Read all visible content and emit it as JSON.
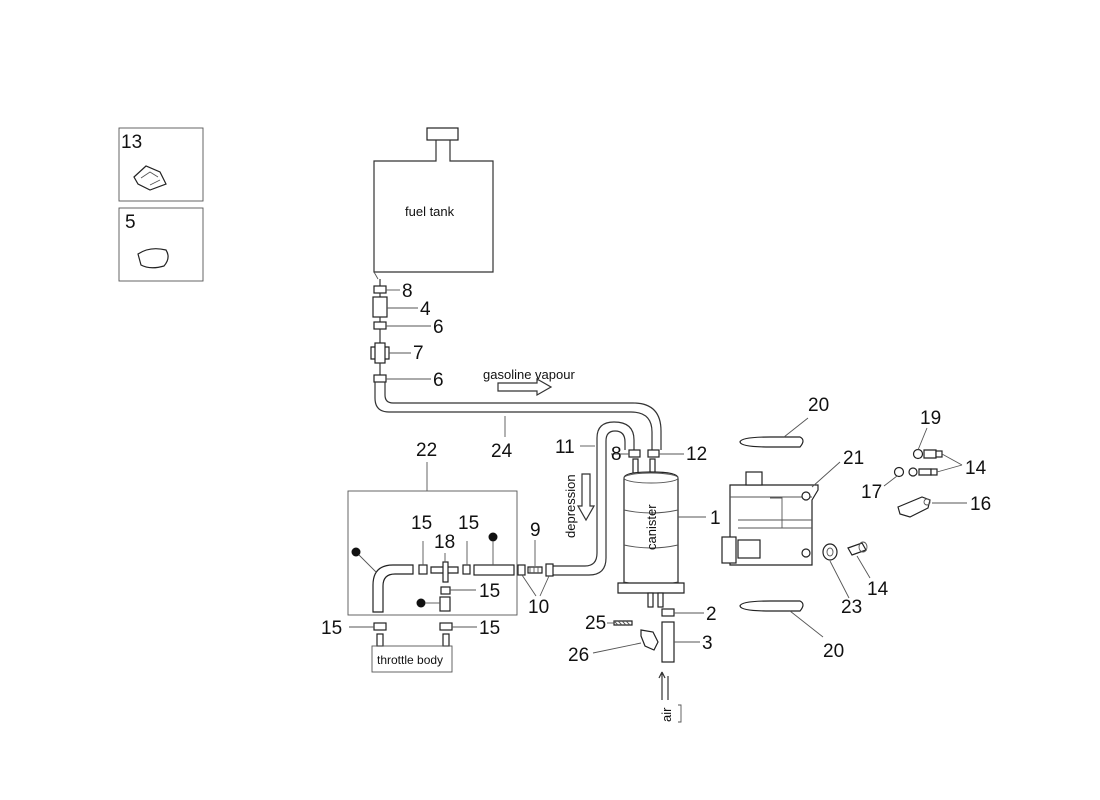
{
  "labels": {
    "fuel_tank": "fuel tank",
    "gasoline_vapour": "gasoline vapour",
    "depression": "depression",
    "canister": "canister",
    "throttle_body": "throttle body",
    "air": "air"
  },
  "callouts": {
    "c13": "13",
    "c5": "5",
    "c8a": "8",
    "c4": "4",
    "c6a": "6",
    "c7": "7",
    "c6b": "6",
    "c24": "24",
    "c22": "22",
    "c11": "11",
    "c8b": "8",
    "c12": "12",
    "c1": "1",
    "c20a": "20",
    "c21": "21",
    "c19": "19",
    "c14a": "14",
    "c17": "17",
    "c16": "16",
    "c14b": "14",
    "c23": "23",
    "c20b": "20",
    "c2": "2",
    "c25": "25",
    "c3": "3",
    "c26": "26",
    "c9": "9",
    "c10": "10",
    "c15a": "15",
    "c15b": "15",
    "c18": "18",
    "c15c": "15",
    "c15d": "15",
    "c15e": "15"
  }
}
